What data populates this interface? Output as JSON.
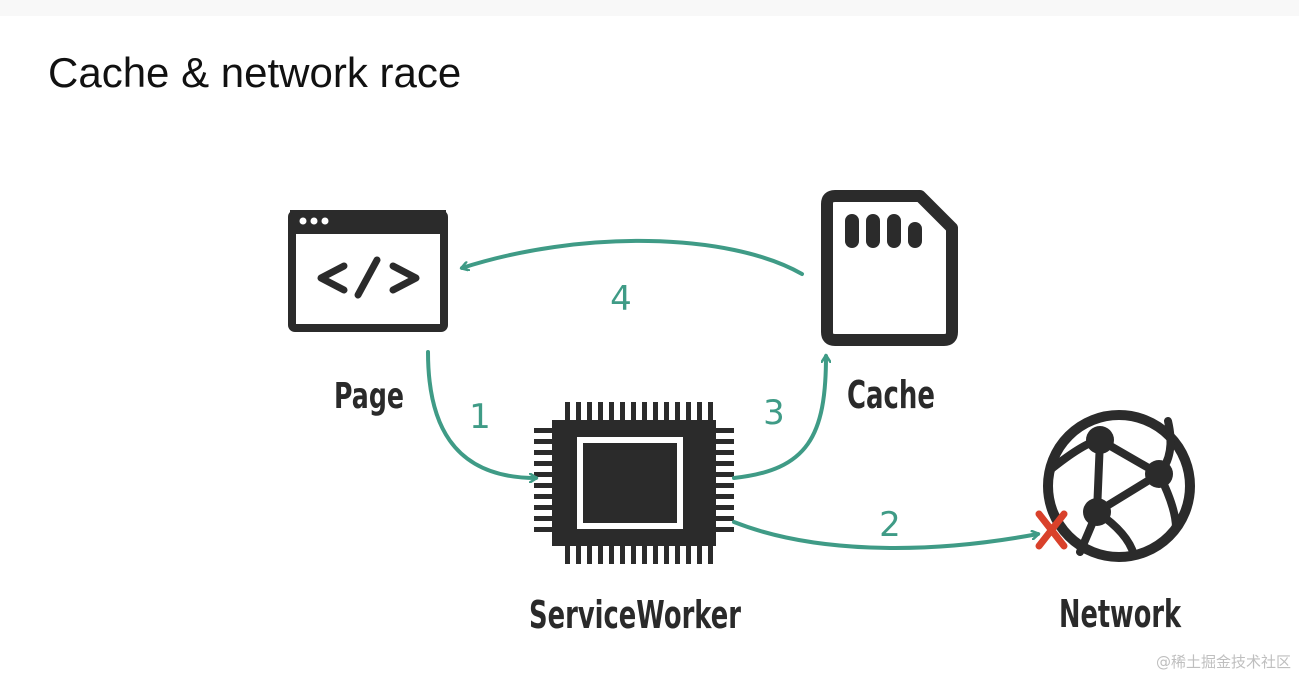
{
  "title": "Cache & network race",
  "nodes": {
    "page": "Page",
    "service_worker": "ServiceWorker",
    "cache": "Cache",
    "network": "Network"
  },
  "steps": {
    "page_to_sw": "1",
    "sw_to_network": "2",
    "sw_to_cache": "3",
    "cache_to_page": "4"
  },
  "watermark": "@稀土掘金技术社区",
  "colors": {
    "arrow": "#3f9b86",
    "icon": "#2b2b2b",
    "failure_mark": "#d9412b"
  },
  "icons": [
    "browser-code-icon",
    "cpu-chip-icon",
    "sd-card-icon",
    "globe-network-icon",
    "failure-x-icon"
  ]
}
